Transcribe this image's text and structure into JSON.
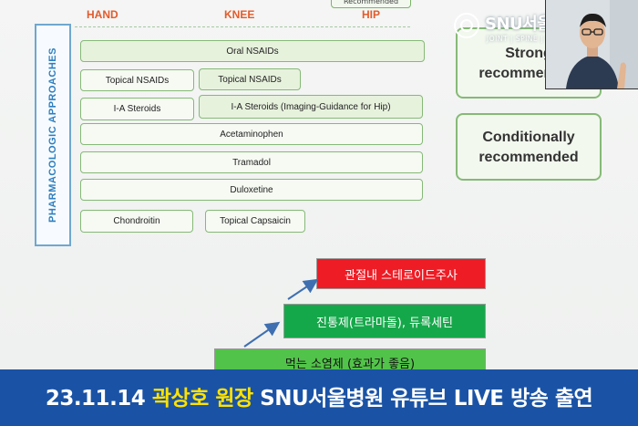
{
  "slide": {
    "headers": {
      "hand": "HAND",
      "knee": "KNEE",
      "hip": "HIP"
    },
    "top_recommended": "Recommended",
    "side_label": "PHARMACOLOGIC APPROACHES",
    "boxes": {
      "oral_nsaids": "Oral NSAIDs",
      "topical_nsaids_hand": "Topical NSAIDs",
      "topical_nsaids_knee": "Topical NSAIDs",
      "ia_steroids_hand": "I-A Steroids",
      "ia_steroids_knee_hip": "I-A Steroids (Imaging-Guidance for Hip)",
      "acetaminophen": "Acetaminophen",
      "tramadol": "Tramadol",
      "duloxetine": "Duloxetine",
      "chondroitin": "Chondroitin",
      "topical_capsaicin": "Topical Capsaicin"
    },
    "legend": {
      "strong_line1": "Strong",
      "strong_line2": "recommended",
      "conditional_line1": "Conditionally",
      "conditional_line2": "recommended"
    },
    "pyramid": {
      "top": "관절내 스테로이드주사",
      "middle": "진통제(트라마돌), 듀록세틴",
      "bottom": "먹는 소염제 (효과가 좋음)"
    },
    "colors": {
      "red": "#ee1c25",
      "green": "#15a84a",
      "light_green": "#52c34a",
      "banner": "#1a53a5"
    }
  },
  "brand": {
    "name": "SNU서울병원",
    "tagline": "JOINT | SPINE | SURGERY"
  },
  "banner": {
    "date": "23.11.14",
    "person": "곽상호 원장",
    "rest": "SNU서울병원 유튜브 LIVE 방송 출연"
  }
}
